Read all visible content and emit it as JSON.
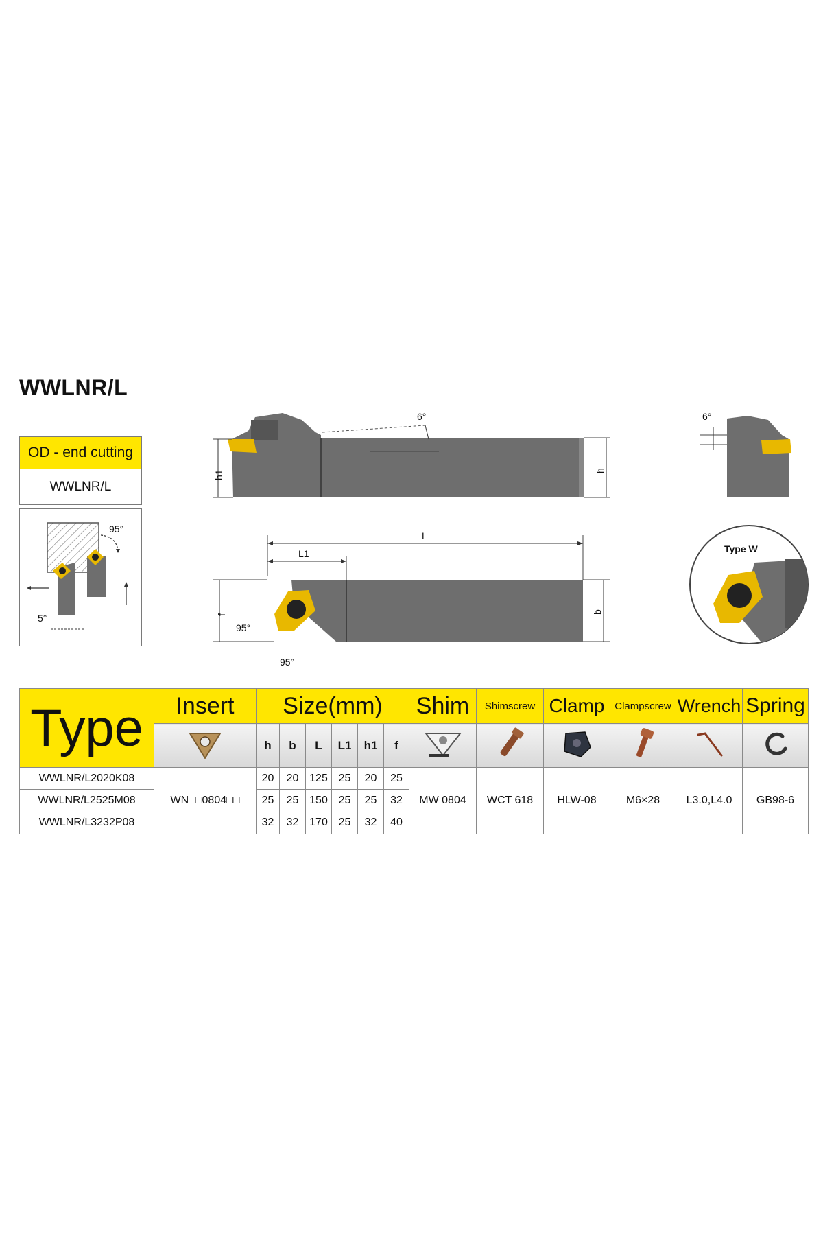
{
  "title": "WWLNR/L",
  "panel": {
    "badge": "OD - end cutting",
    "model": "WWLNR/L",
    "angle_top": "95°",
    "angle_bottom": "5°"
  },
  "drawing": {
    "side_angle": "6°",
    "end_angle": "6°",
    "dim_h1": "h1",
    "dim_h": "h",
    "dim_L": "L",
    "dim_L1": "L1",
    "dim_f": "f",
    "dim_b": "b",
    "angle_left": "95°",
    "angle_bottom": "95°",
    "detail_label": "Type W"
  },
  "table": {
    "headers": {
      "type": "Type",
      "insert": "Insert",
      "size": "Size(mm)",
      "shim": "Shim",
      "shimscrew": "Shimscrew",
      "clamp": "Clamp",
      "clampscrew": "Clampscrew",
      "wrench": "Wrench",
      "spring": "Spring"
    },
    "size_cols": [
      "h",
      "b",
      "L",
      "L1",
      "h1",
      "f"
    ],
    "rows": [
      {
        "type": "WWLNR/L2020K08",
        "sizes": [
          "20",
          "20",
          "125",
          "25",
          "20",
          "25"
        ]
      },
      {
        "type": "WWLNR/L2525M08",
        "sizes": [
          "25",
          "25",
          "150",
          "25",
          "25",
          "32"
        ]
      },
      {
        "type": "WWLNR/L3232P08",
        "sizes": [
          "32",
          "32",
          "170",
          "25",
          "32",
          "40"
        ]
      }
    ],
    "insert": "WN□□0804□□",
    "shim": "MW 0804",
    "shimscrew": "WCT 618",
    "clamp": "HLW-08",
    "clampscrew": "M6×28",
    "wrench": "L3.0,L4.0",
    "spring": "GB98-6"
  },
  "colors": {
    "accent": "#ffe600",
    "holder": "#6e6e6e",
    "insert": "#e8b800"
  }
}
